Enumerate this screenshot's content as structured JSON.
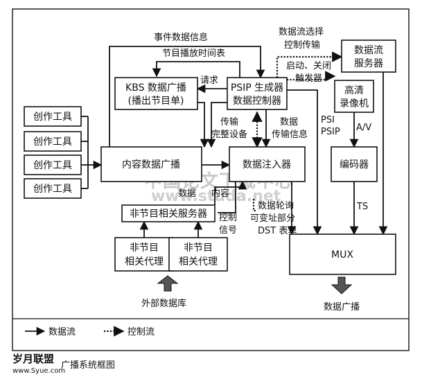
{
  "boxes": {
    "tool": "创作工具",
    "kbs": [
      "KBS 数据广播",
      "(播出节目单)"
    ],
    "psip": [
      "PSIP 生成器",
      "数据控制器"
    ],
    "stream_server": [
      "数据流",
      "服务器"
    ],
    "hd_recorder": [
      "高清",
      "录像机"
    ],
    "content_broadcast": "内容数据广播",
    "injector": "数据注入器",
    "encoder": "编码器",
    "nonprog_server": "非节目相关服务器",
    "nonprog_agent": [
      "非节目",
      "相关代理"
    ],
    "mux": "MUX"
  },
  "labels": {
    "event_info": "事件数据信息",
    "schedule": "节目播放时间表",
    "request": "请求",
    "stream_select": [
      "数据流选择",
      "控制传输"
    ],
    "trigger": [
      "启动、关闭",
      "触发器"
    ],
    "psi": [
      "PSI",
      "PSIP"
    ],
    "av": "A/V",
    "transfer_equipment": [
      "传输",
      "完整设备"
    ],
    "data_transfer_info": [
      "数据",
      "传输信息"
    ],
    "data": "数据",
    "content": "内容",
    "control_signal": [
      "控制",
      "信号"
    ],
    "carousel": [
      "数据轮询",
      "可变址部分",
      "DST 表单"
    ],
    "ts": "TS",
    "external_db": "外部数据库",
    "data_broadcast": "数据广播"
  },
  "legend": {
    "data_flow": "数据流",
    "control_flow": "控制流"
  },
  "watermark": {
    "site_cn": "中国论文下载中心",
    "site_url": "www.studa.net",
    "brand": "岁月联盟",
    "brand_url": "www.Syue.com"
  },
  "caption": "广播系统框图"
}
